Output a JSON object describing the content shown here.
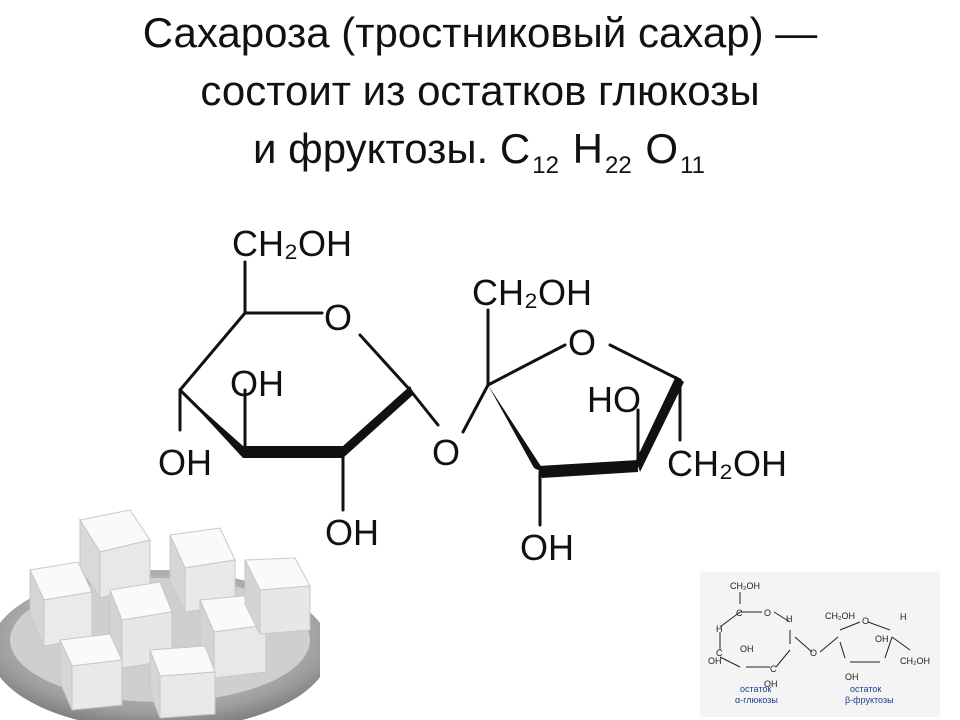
{
  "title": {
    "line1": "Сахароза (тростниковый сахар) —",
    "line2": "состоит из остатков глюкозы",
    "line3_prefix": "и фруктозы.",
    "formula": [
      {
        "el": "C",
        "n": "12"
      },
      {
        "el": "H",
        "n": "22"
      },
      {
        "el": "O",
        "n": "11"
      }
    ]
  },
  "structure": {
    "glucose": {
      "ch2oh": "CH₂OH",
      "ring_o": "O",
      "oh_inner": "OH",
      "oh_left": "OH",
      "oh_bottom": "OH"
    },
    "bridge_o": "O",
    "fructose": {
      "ch2oh_top": "CH₂OH",
      "ring_o": "O",
      "ho_inner": "HO",
      "ch2oh_right": "CH₂OH",
      "oh_bottom": "OH"
    }
  },
  "mini": {
    "ch2oh_top": "CH₂OH",
    "ch2oh_mid": "CH₂OH",
    "ch2oh_right": "CH₂OH",
    "o": "O",
    "h": "H",
    "oh": "OH",
    "c": "C",
    "caption_left_1": "остаток",
    "caption_left_2": "α-глюкозы",
    "caption_right_1": "остаток",
    "caption_right_2": "β-фруктозы"
  },
  "colors": {
    "ink": "#111111",
    "caption_blue": "#1b3f8c"
  }
}
